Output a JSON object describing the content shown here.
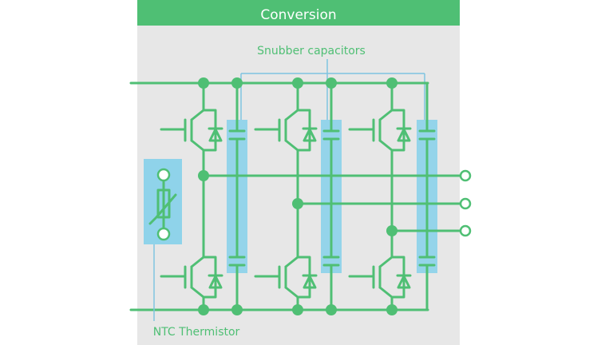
{
  "header": {
    "title": "Conversion"
  },
  "labels": {
    "snubber": "Snubber capacitors",
    "thermistor": "NTC Thermistor"
  },
  "colors": {
    "panel": "#e7e7e7",
    "header": "#4fbf74",
    "wire": "#4fbf74",
    "highlight": "#8fd3ea",
    "callout": "#7fc4e0"
  }
}
